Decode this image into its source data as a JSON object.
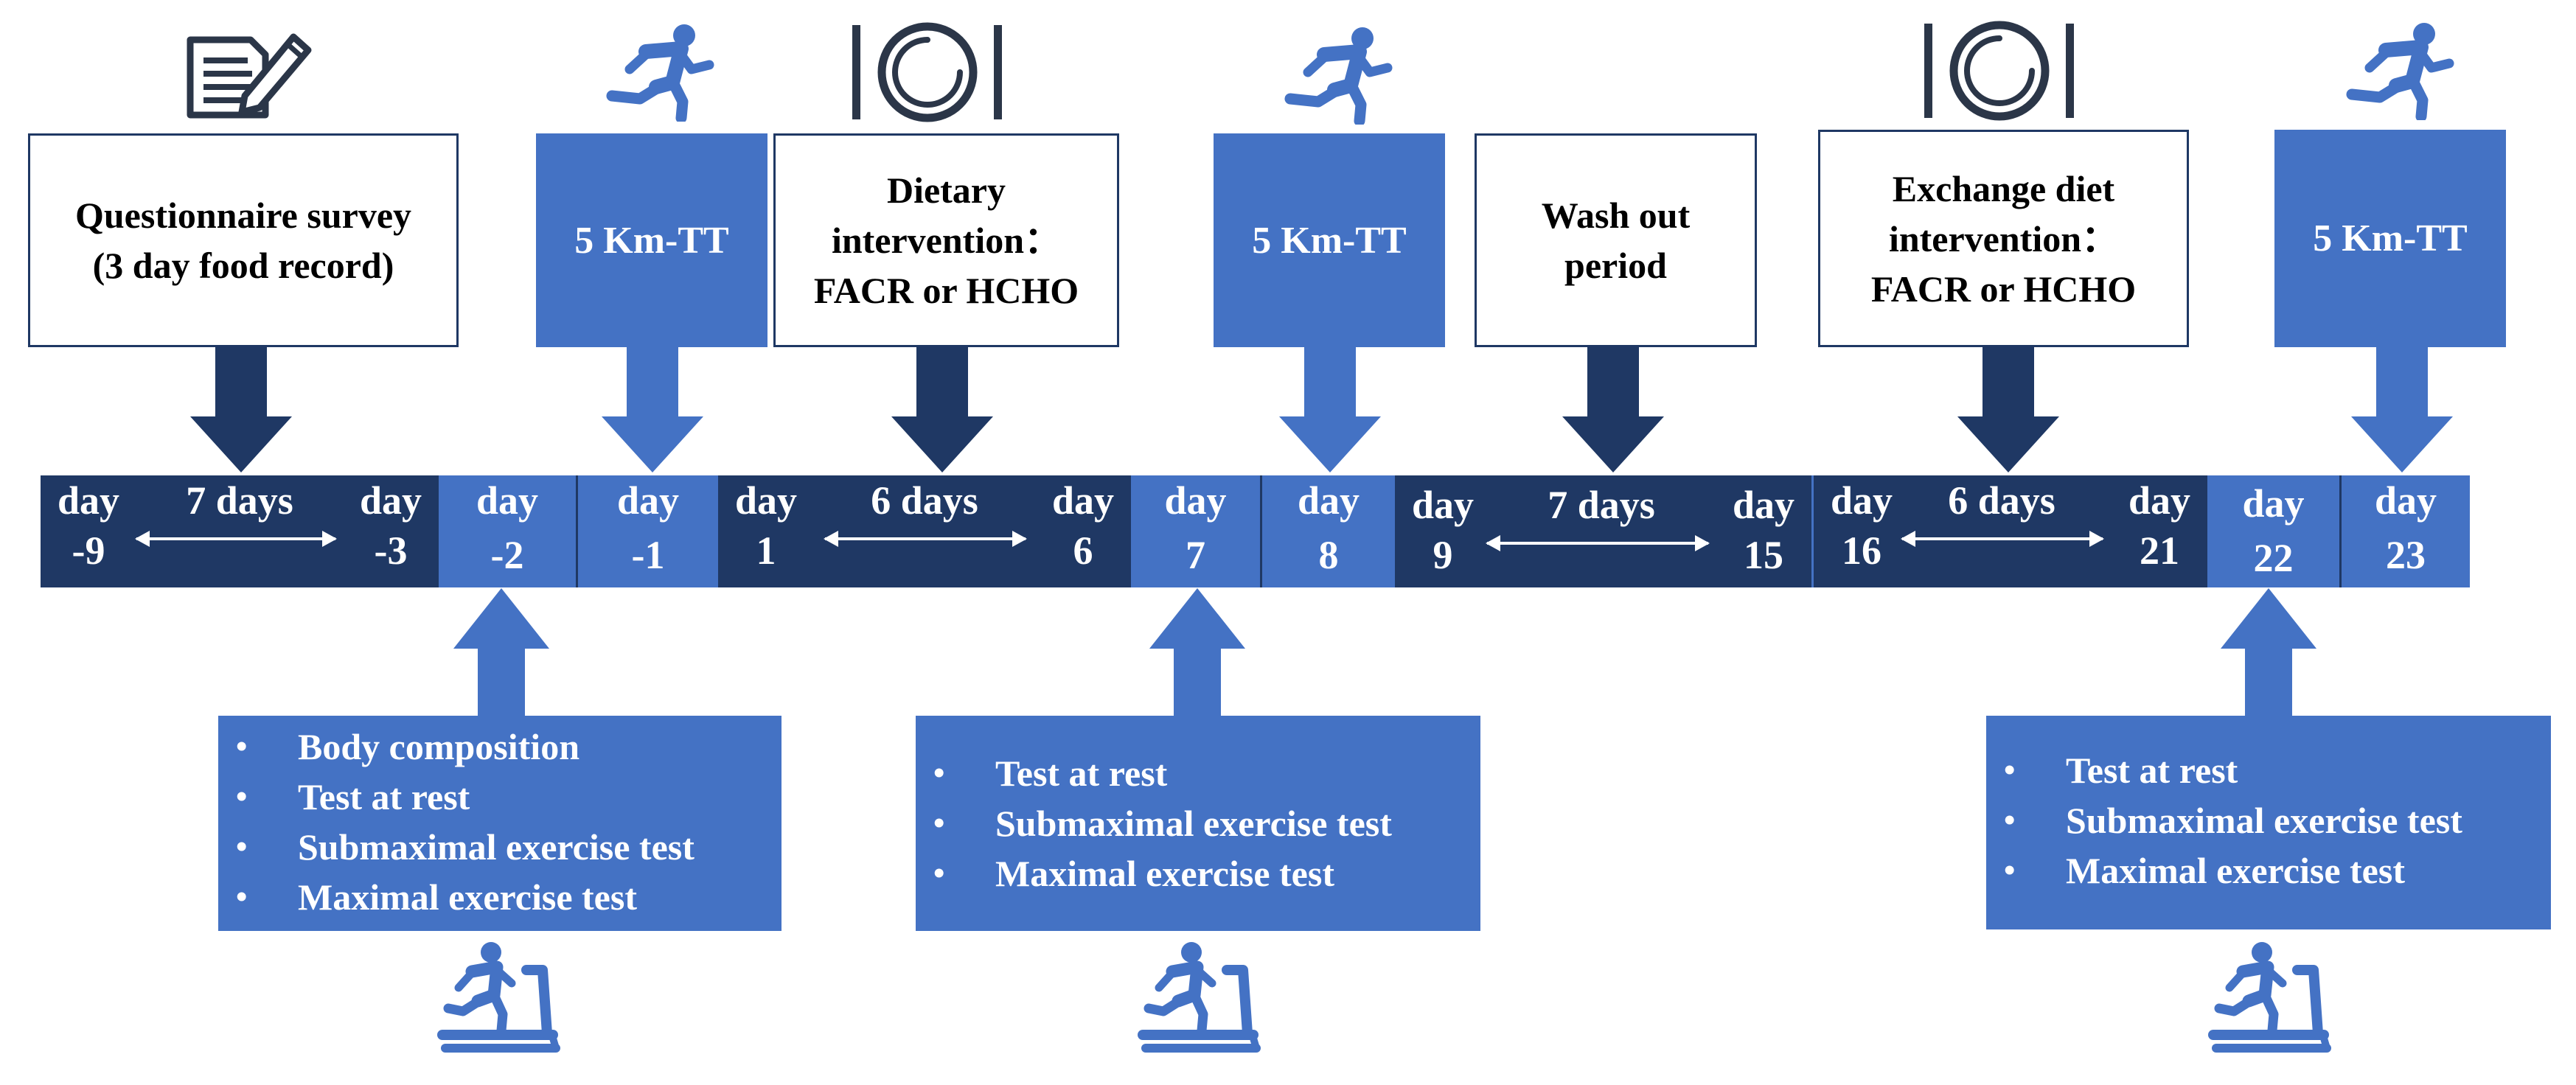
{
  "colors": {
    "dark_navy": "#1f3864",
    "accent_blue": "#4472c4",
    "white": "#ffffff"
  },
  "top_boxes": [
    {
      "label": "Questionnaire survey\n(3 day food record)",
      "style": "white",
      "icon": "questionnaire-document-icon"
    },
    {
      "label": "5 Km-TT",
      "style": "blue",
      "icon": "runner-icon"
    },
    {
      "label": "Dietary\nintervention：\nFACR or HCHO",
      "style": "white",
      "icon": "plate-fork-knife-icon"
    },
    {
      "label": "5 Km-TT",
      "style": "blue",
      "icon": "runner-icon"
    },
    {
      "label": "Wash out\nperiod",
      "style": "white",
      "icon": ""
    },
    {
      "label": "Exchange diet\nintervention：\nFACR or HCHO",
      "style": "white",
      "icon": "plate-fork-knife-icon"
    },
    {
      "label": "5 Km-TT",
      "style": "blue",
      "icon": "runner-icon"
    }
  ],
  "timeline": [
    {
      "kind": "range",
      "style": "dark",
      "left_top": "day",
      "left_bottom": "-9",
      "middle": "7 days",
      "right_top": "day",
      "right_bottom": "-3"
    },
    {
      "kind": "single",
      "style": "light",
      "top": "day",
      "bottom": "-2"
    },
    {
      "kind": "single",
      "style": "light",
      "top": "day",
      "bottom": "-1"
    },
    {
      "kind": "range",
      "style": "dark",
      "left_top": "day",
      "left_bottom": "1",
      "middle": "6 days",
      "right_top": "day",
      "right_bottom": "6"
    },
    {
      "kind": "single",
      "style": "light",
      "top": "day",
      "bottom": "7"
    },
    {
      "kind": "single",
      "style": "light",
      "top": "day",
      "bottom": "8"
    },
    {
      "kind": "range",
      "style": "dark",
      "left_top": "day",
      "left_bottom": "9",
      "middle": "7 days",
      "right_top": "day",
      "right_bottom": "15"
    },
    {
      "kind": "range",
      "style": "dark",
      "left_top": "day",
      "left_bottom": "16",
      "middle": "6 days",
      "right_top": "day",
      "right_bottom": "21"
    },
    {
      "kind": "single",
      "style": "light",
      "top": "day",
      "bottom": "22"
    },
    {
      "kind": "single",
      "style": "light",
      "top": "day",
      "bottom": "23"
    }
  ],
  "test_boxes": [
    {
      "items": [
        "Body composition",
        "Test at rest",
        "Submaximal exercise test",
        "Maximal exercise test"
      ],
      "icon": "treadmill-runner-icon"
    },
    {
      "items": [
        "Test at rest",
        "Submaximal exercise test",
        "Maximal exercise test"
      ],
      "icon": "treadmill-runner-icon"
    },
    {
      "items": [
        "Test at rest",
        "Submaximal exercise test",
        "Maximal exercise test"
      ],
      "icon": "treadmill-runner-icon"
    }
  ]
}
